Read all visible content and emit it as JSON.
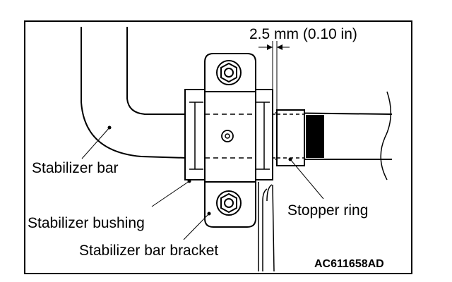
{
  "diagram": {
    "labels": {
      "dimension": "2.5 mm (0.10 in)",
      "stabilizer_bar": "Stabilizer bar",
      "stabilizer_bushing": "Stabilizer bushing",
      "stabilizer_bar_bracket": "Stabilizer bar bracket",
      "stopper_ring": "Stopper ring"
    },
    "figure_code": "AC611658AD"
  }
}
